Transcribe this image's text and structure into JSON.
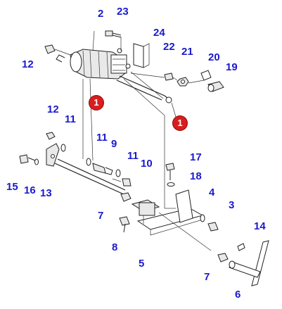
{
  "colors": {
    "callout_text": "#1a1acc",
    "badge_fill": "#d81e1e",
    "badge_text": "#ffffff",
    "line_art": "#222222"
  },
  "callouts": {
    "n2": "2",
    "n23": "23",
    "n24": "24",
    "n22": "22",
    "n21": "21",
    "n20": "20",
    "n19": "19",
    "n12a": "12",
    "n12b": "12",
    "n11a": "11",
    "n11b": "11",
    "n11c": "11",
    "n9": "9",
    "n10": "10",
    "n17": "17",
    "n18": "18",
    "n15": "15",
    "n16": "16",
    "n13": "13",
    "n4": "4",
    "n3": "3",
    "n7a": "7",
    "n7b": "7",
    "n8": "8",
    "n5": "5",
    "n14": "14",
    "n6": "6"
  },
  "badges": {
    "b1a": "1",
    "b1b": "1"
  }
}
